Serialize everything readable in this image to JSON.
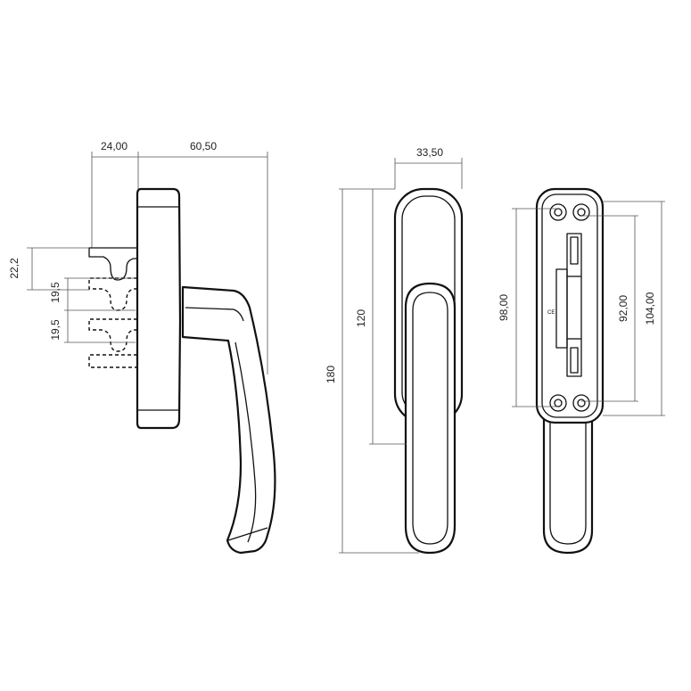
{
  "dimensions": {
    "side_depth_a": "24,00",
    "side_depth_b": "60,50",
    "pin_offset": "22,2",
    "pin_step_1": "19,5",
    "pin_step_2": "19,5",
    "front_width": "33,50",
    "handle_length": "120",
    "total_length": "180",
    "hole_spacing_inner": "98,00",
    "hole_spacing_mid": "92,00",
    "hole_spacing_outer": "104,00"
  },
  "mark": {
    "ce_text": "CE"
  },
  "colors": {
    "line": "#111111",
    "dimension": "#555555",
    "background": "#ffffff"
  }
}
